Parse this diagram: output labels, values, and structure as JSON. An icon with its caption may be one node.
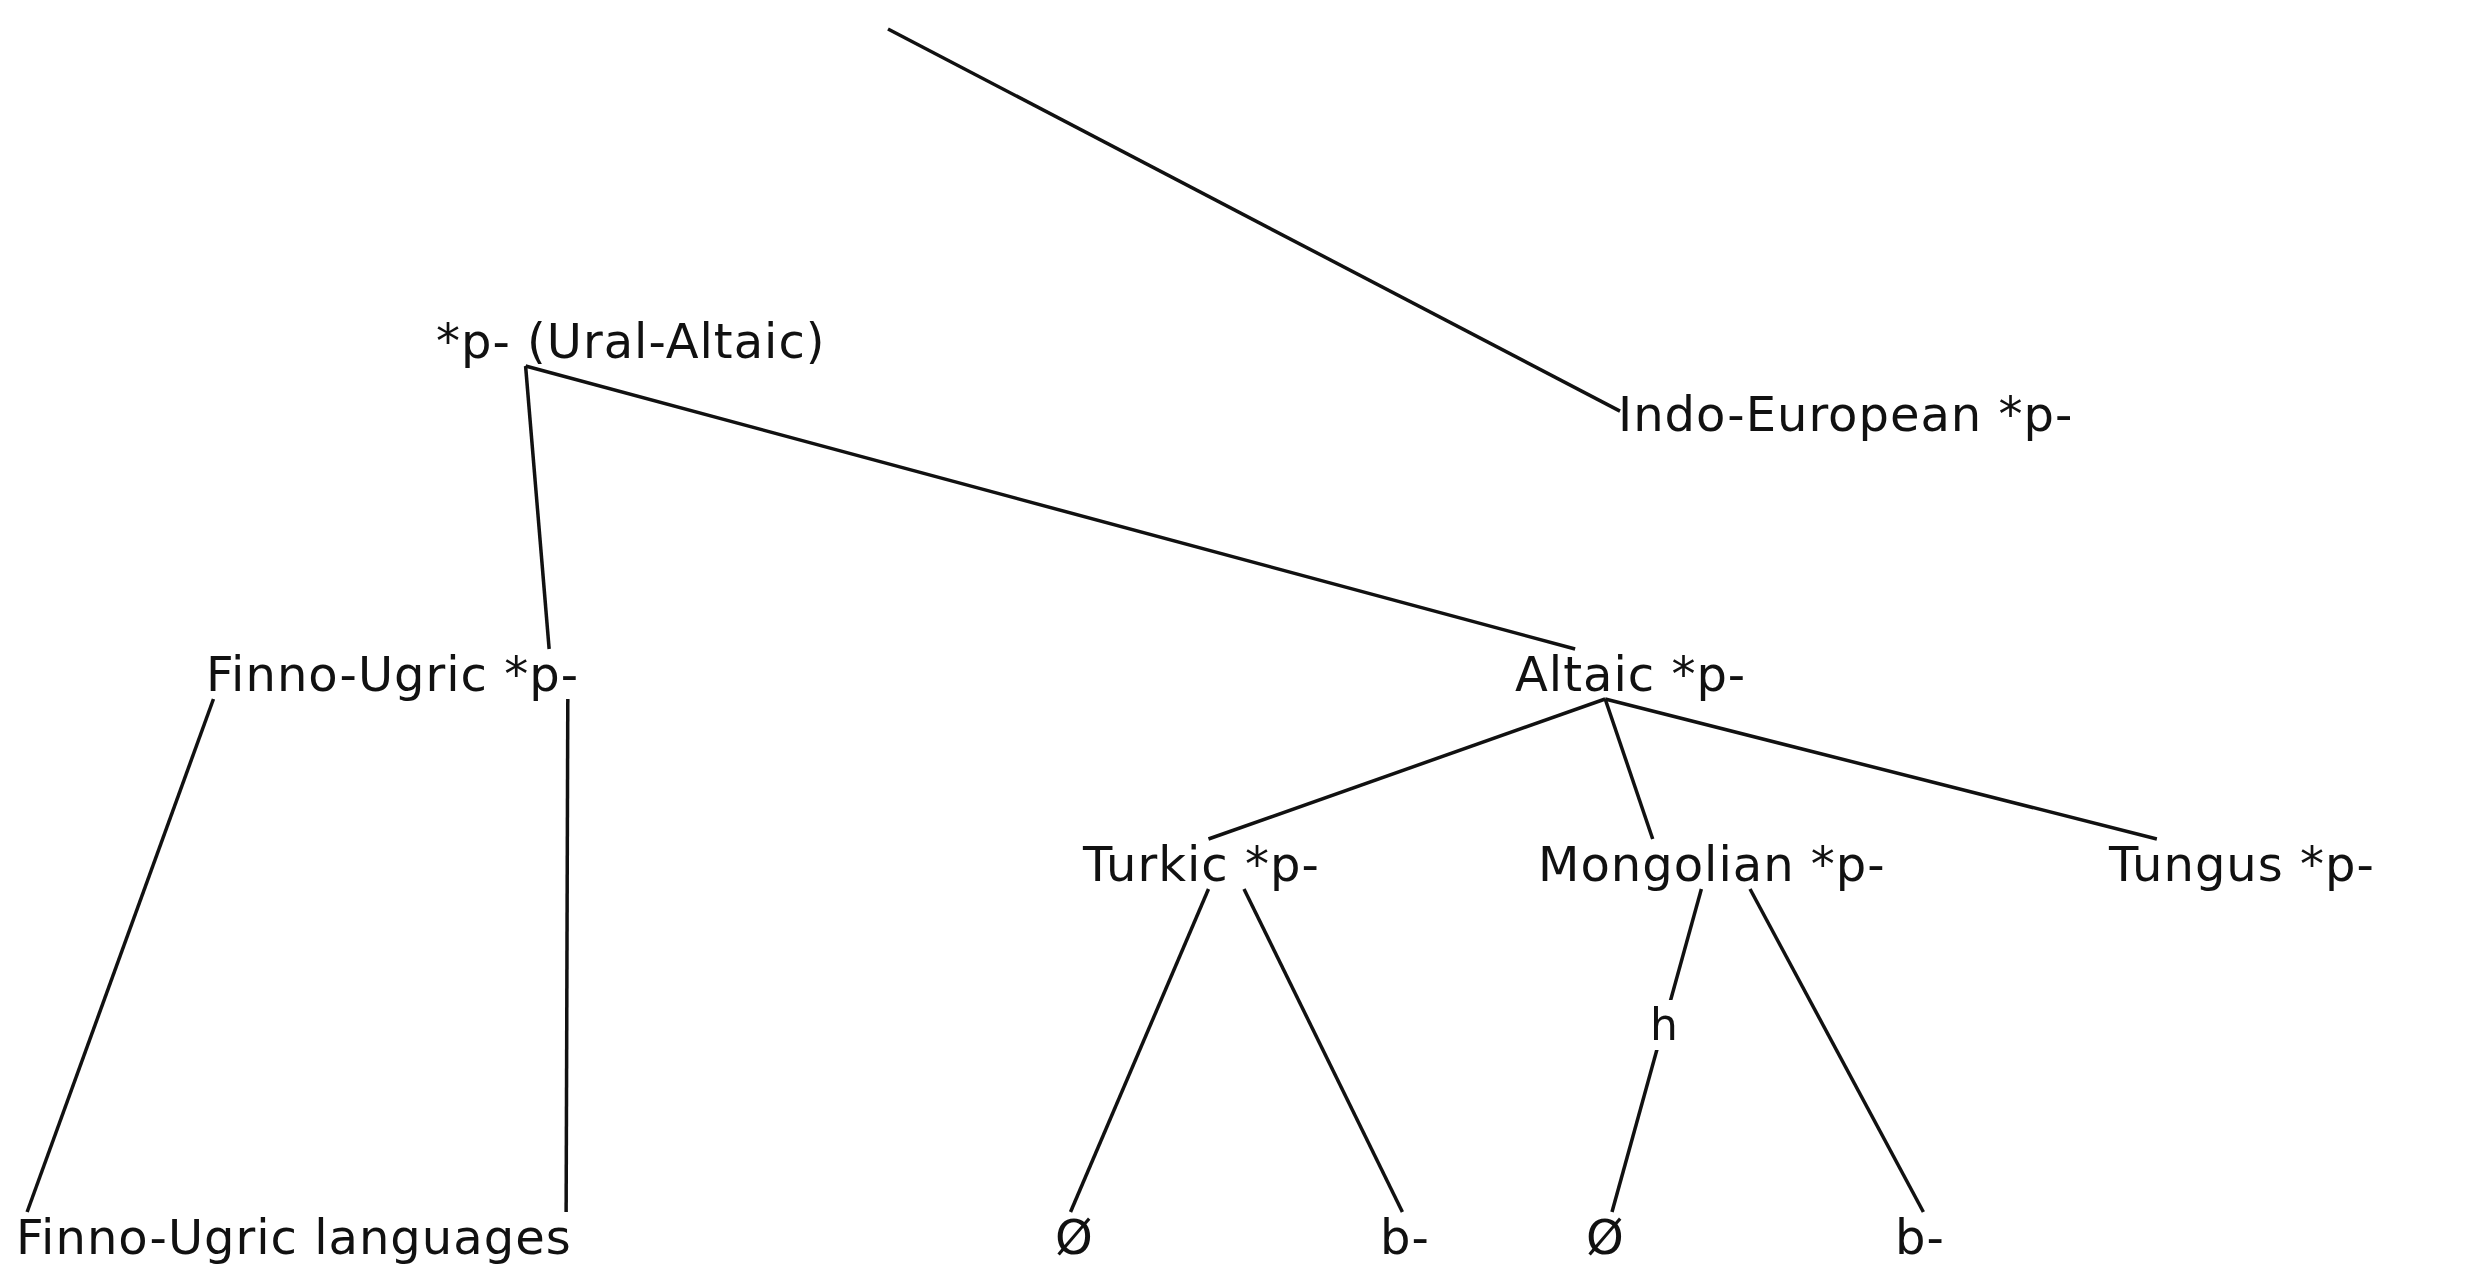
{
  "diagram": {
    "nodes": [
      {
        "text": [
          "*p- (Ural-Altaic)"
        ]
      },
      {
        "text": [
          "Indo-European *p-"
        ]
      },
      {
        "text": [
          "Finno-Ugric *p-"
        ]
      },
      {
        "text": [
          "Altaic *p-"
        ]
      },
      {
        "text": [
          "Turkic *p-"
        ]
      },
      {
        "text": [
          "Mongolian *p-"
        ]
      },
      {
        "text": [
          "Tungus *p-"
        ]
      },
      {
        "text": [
          "Finno-Ugric languages"
        ]
      },
      {
        "text": [
          "Ø"
        ]
      },
      {
        "text": [
          "b-"
        ]
      },
      {
        "text": [
          "Ø"
        ]
      },
      {
        "text": [
          "b-"
        ]
      }
    ],
    "edges": [
      {
        "from": null,
        "to": 1,
        "arrow": "none"
      },
      {
        "from": 0,
        "to": 2,
        "arrow": "none"
      },
      {
        "from": 0,
        "to": 3,
        "arrow": "none"
      },
      {
        "from": 2,
        "to": 7,
        "arrow": "none"
      },
      {
        "from": 2,
        "to": 7,
        "arrow": "none"
      },
      {
        "from": 3,
        "to": 4,
        "arrow": "none"
      },
      {
        "from": 3,
        "to": 5,
        "arrow": "none"
      },
      {
        "from": 3,
        "to": 6,
        "arrow": "none"
      },
      {
        "from": 4,
        "to": 8,
        "arrow": "none"
      },
      {
        "from": 4,
        "to": 9,
        "arrow": "none"
      },
      {
        "from": 5,
        "to": 10,
        "arrow": "none",
        "label": "h"
      },
      {
        "from": 5,
        "to": 11,
        "arrow": "none"
      }
    ]
  }
}
